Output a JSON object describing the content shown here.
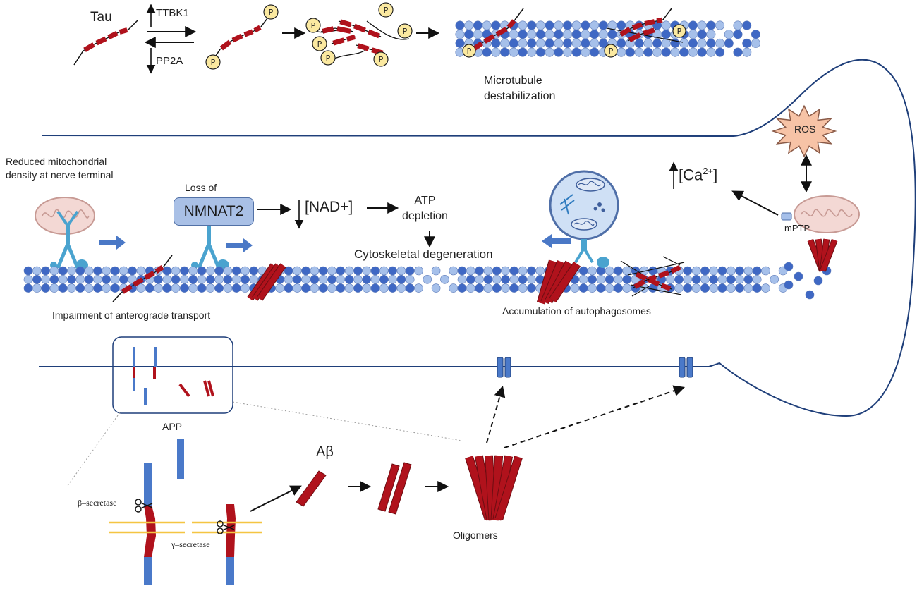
{
  "labels": {
    "tau": "Tau",
    "ttbk1": "TTBK1",
    "pp2a": "PP2A",
    "phospho": "P",
    "microtubule_destab": "Microtubule\ndestabilization",
    "reduced_mito": "Reduced mitochondrial\ndensity at nerve terminal",
    "loss_of": "Loss of",
    "nmnat2": "NMNAT2",
    "nad_text": "[NAD+]",
    "atp_depletion": "ATP\ndepletion",
    "cyto_degen": "Cytoskeletal degeneration",
    "ros": "ROS",
    "ca_base": "[Ca",
    "ca_sup": "2+",
    "ca_close": "]",
    "mptp": "mPTP",
    "impairment": "Impairment of anterograde transport",
    "autophagosomes": "Accumulation of autophagosomes",
    "app": "APP",
    "abeta": "Aβ",
    "beta_secretase": "β–secretase",
    "gamma_secretase": "γ–secretase",
    "oligomers": "Oligomers"
  },
  "colors": {
    "membrane": "#1f3f7a",
    "mt_dark": "#3f68c4",
    "mt_light": "#a6c0ea",
    "tau_red": "#b0121c",
    "phospho_fill": "#fbe9a0",
    "mito_fill": "#f3d8d4",
    "mito_stroke": "#c79a94",
    "receptor": "#4aa3cf",
    "ros_fill": "#f7c3a6",
    "lipid": "#f4c542",
    "app_blue": "#4a79c9",
    "arrow_blue": "#4a78c6"
  },
  "icons": {
    "scissors": "scissors-icon",
    "mitochondrion": "mitochondrion-icon",
    "autophagosome": "autophagosome-icon"
  }
}
